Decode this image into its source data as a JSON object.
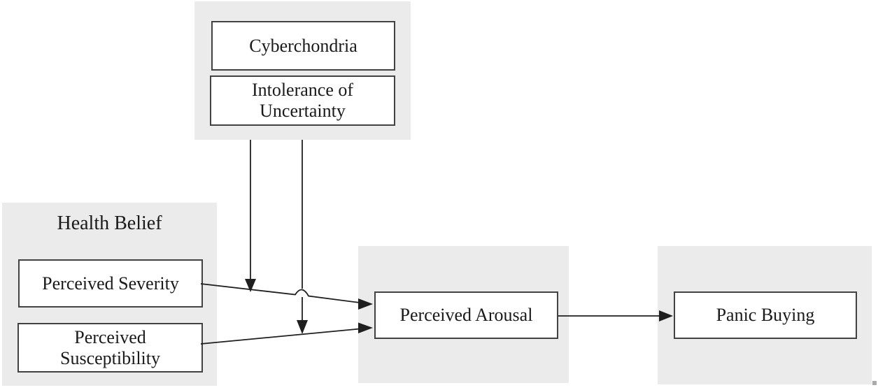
{
  "colors": {
    "background": "#ffffff",
    "panel": "#ebebeb",
    "box_fill": "#ffffff",
    "box_border": "#424242",
    "line": "#1f1f1f",
    "text": "#1a1a1a"
  },
  "nodes": {
    "cyberchondria": "Cyberchondria",
    "intolerance_of_uncertainty": "Intolerance of Uncertainty",
    "health_belief_title": "Health Belief",
    "perceived_severity": "Perceived Severity",
    "perceived_susceptibility": "Perceived Susceptibility",
    "perceived_arousal": "Perceived Arousal",
    "panic_buying": "Panic Buying"
  },
  "edges": [
    {
      "from": "Perceived Severity",
      "to": "Perceived Arousal",
      "type": "direct"
    },
    {
      "from": "Perceived Susceptibility",
      "to": "Perceived Arousal",
      "type": "direct"
    },
    {
      "from": "Perceived Arousal",
      "to": "Panic Buying",
      "type": "direct"
    },
    {
      "from": "Cyberchondria / Intolerance of Uncertainty",
      "to": "Perceived Severity → Perceived Arousal path",
      "type": "moderation"
    },
    {
      "from": "Cyberchondria / Intolerance of Uncertainty",
      "to": "Perceived Susceptibility → Perceived Arousal path",
      "type": "moderation"
    }
  ]
}
